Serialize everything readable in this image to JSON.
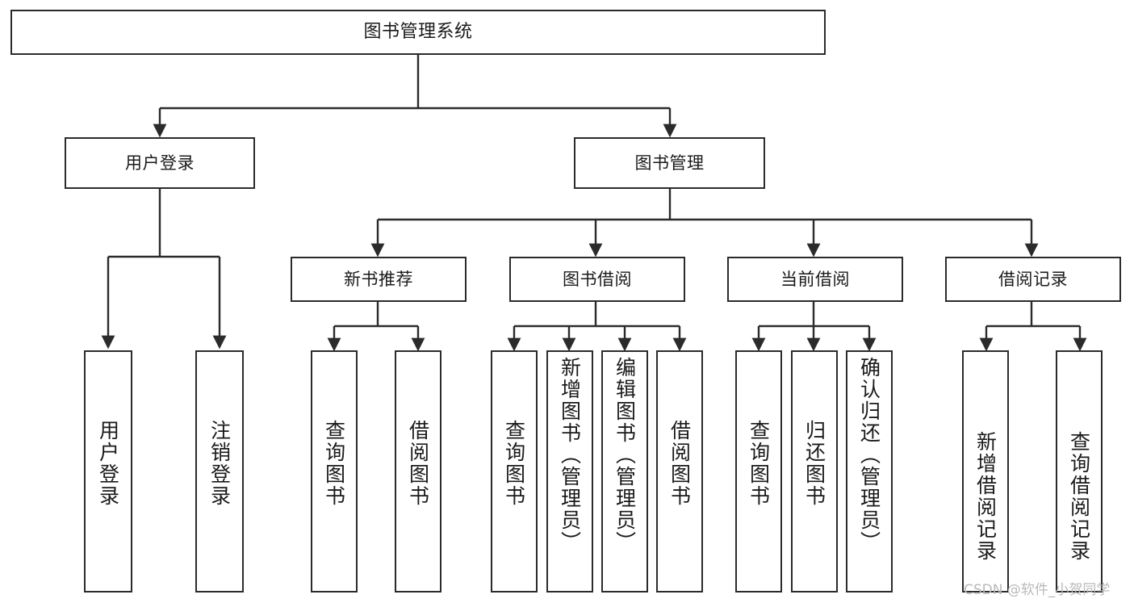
{
  "diagram": {
    "title": "图书管理系统",
    "type": "hierarchy-tree",
    "stroke_color": "#2b2b2b",
    "background_color": "#ffffff",
    "text_color": "#1a1a1a"
  },
  "nodes": {
    "root": {
      "label": "图书管理系统"
    },
    "level2": [
      {
        "label": "用户登录"
      },
      {
        "label": "图书管理"
      }
    ],
    "level3": [
      {
        "label": "新书推荐"
      },
      {
        "label": "图书借阅"
      },
      {
        "label": "当前借阅"
      },
      {
        "label": "借阅记录"
      }
    ],
    "leaves_login": [
      {
        "label": "用户登录"
      },
      {
        "label": "注销登录"
      }
    ],
    "leaves_recommend": [
      {
        "label": "查询图书"
      },
      {
        "label": "借阅图书"
      }
    ],
    "leaves_borrow": [
      {
        "label": "查询图书"
      },
      {
        "label": "新增图书（管理员）"
      },
      {
        "label": "编辑图书（管理员）"
      },
      {
        "label": "借阅图书"
      }
    ],
    "leaves_current": [
      {
        "label": "查询图书"
      },
      {
        "label": "归还图书"
      },
      {
        "label": "确认归还（管理员）"
      }
    ],
    "leaves_records": [
      {
        "label": "新增借阅记录"
      },
      {
        "label": "查询借阅记录"
      }
    ]
  },
  "watermark": {
    "text": "CSDN @软件_小贺同学",
    "color": "#b9b9b9"
  }
}
